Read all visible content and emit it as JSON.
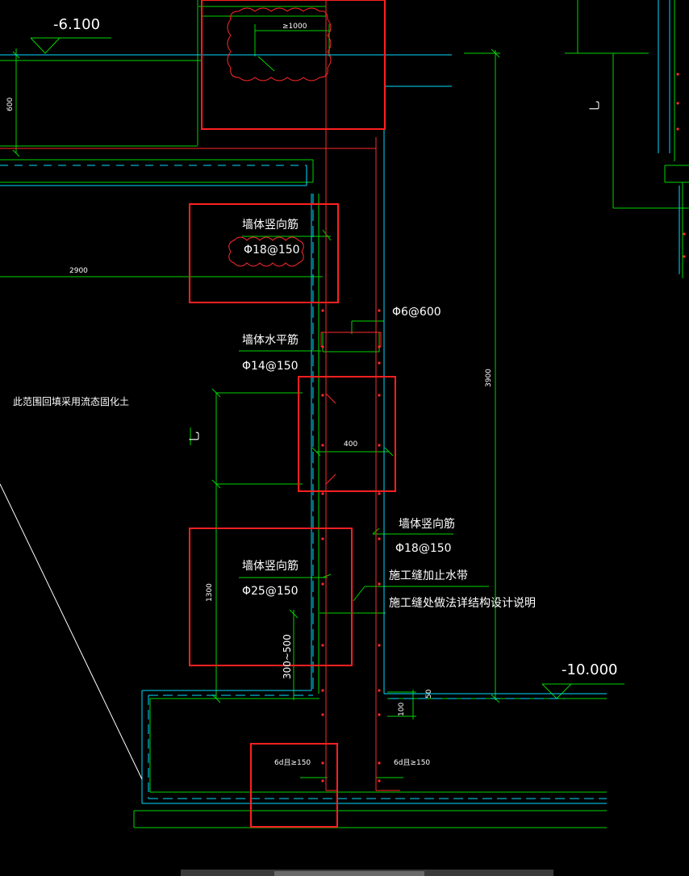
{
  "elevations": {
    "top": "-6.100",
    "bottom": "-10.000"
  },
  "labels": {
    "wall_vertical_1": "墙体竖向筋",
    "wall_vertical_1_spec": "Φ18@150",
    "wall_horizontal": "墙体水平筋",
    "wall_horizontal_spec": "Φ14@150",
    "tie_spec": "Φ6@600",
    "wall_vertical_2": "墙体竖向筋",
    "wall_vertical_2_spec": "Φ18@150",
    "wall_vertical_3": "墙体竖向筋",
    "wall_vertical_3_spec": "Φ25@150",
    "waterstop": "施工缝加止水带",
    "joint_note": "施工缝处做法详结构设计说明",
    "backfill_note": "此范围回填采用流态固化土",
    "section_mark_left": "乚",
    "section_mark_right": "乚"
  },
  "dimensions": {
    "d1000": "≥1000",
    "d600": "600",
    "d2900": "2900",
    "d400": "400",
    "d3900": "3900",
    "d1300": "1300",
    "d300_500": "300~500",
    "d50": "50",
    "d100": "100",
    "lap_left": "6d且≥150",
    "lap_right": "6d且≥150"
  },
  "colors": {
    "background": "#000000",
    "green": "#00ff00",
    "cyan": "#00e5ff",
    "red": "#ff2020",
    "white": "#ffffff"
  }
}
